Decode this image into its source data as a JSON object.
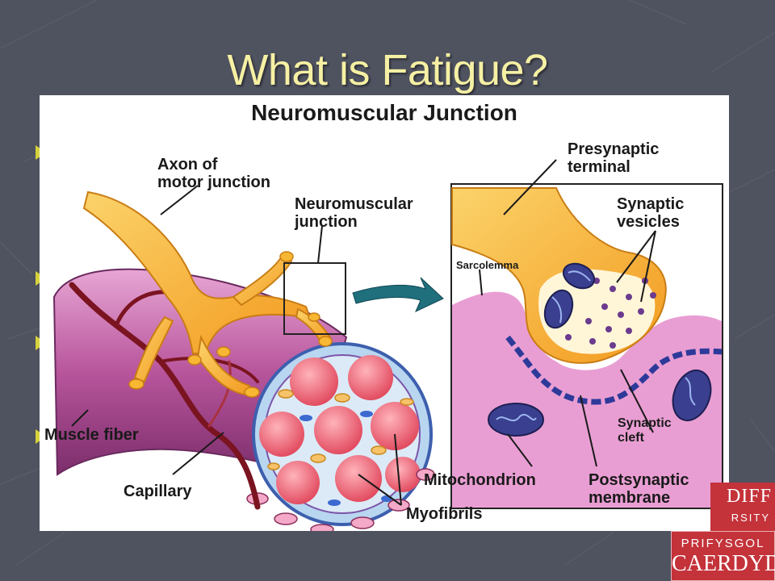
{
  "slide": {
    "title": "What is Fatigue?",
    "bullet_count": 4
  },
  "figure": {
    "title": "Neuromuscular Junction",
    "labels": {
      "axon": "Axon of\nmotor junction",
      "nmj": "Neuromuscular\njunction",
      "presynaptic": "Presynaptic\nterminal",
      "vesicles": "Synaptic\nvesicles",
      "sarcolemma": "Sarcolemma",
      "muscle_fiber": "Muscle fiber",
      "capillary": "Capillary",
      "myofibrils": "Myofibrils",
      "mitochondrion": "Mitochondrion",
      "postsynaptic": "Postsynaptic\nmembrane",
      "cleft": "Synaptic\ncleft"
    }
  },
  "logo": {
    "top_line1": "DIFF",
    "top_line2": "RSITY",
    "bottom_line1": "PRIFYSGOL",
    "bottom_line2": "CAERDYDD"
  },
  "colors": {
    "background": "#4f525f",
    "title": "#f6f0a4",
    "bullet": "#d6d23a",
    "logo": "#c4323a",
    "nerve": "#f7b733",
    "muscle": "#b8559c",
    "arrow": "#1f6f7d"
  }
}
